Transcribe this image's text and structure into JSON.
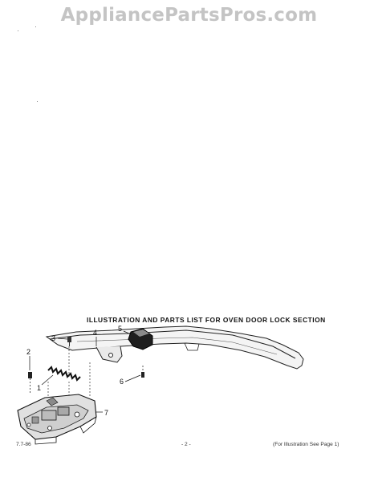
{
  "watermark": "AppliancePartsPros.com",
  "heading": "ILLUSTRATION AND PARTS LIST FOR OVEN DOOR LOCK SECTION",
  "callouts": [
    "1",
    "2",
    "3",
    "4",
    "5",
    "6",
    "7"
  ],
  "footer": {
    "left": "7.7-86",
    "center": "- 2 -",
    "right": "(For Illustration See Page 1)"
  }
}
